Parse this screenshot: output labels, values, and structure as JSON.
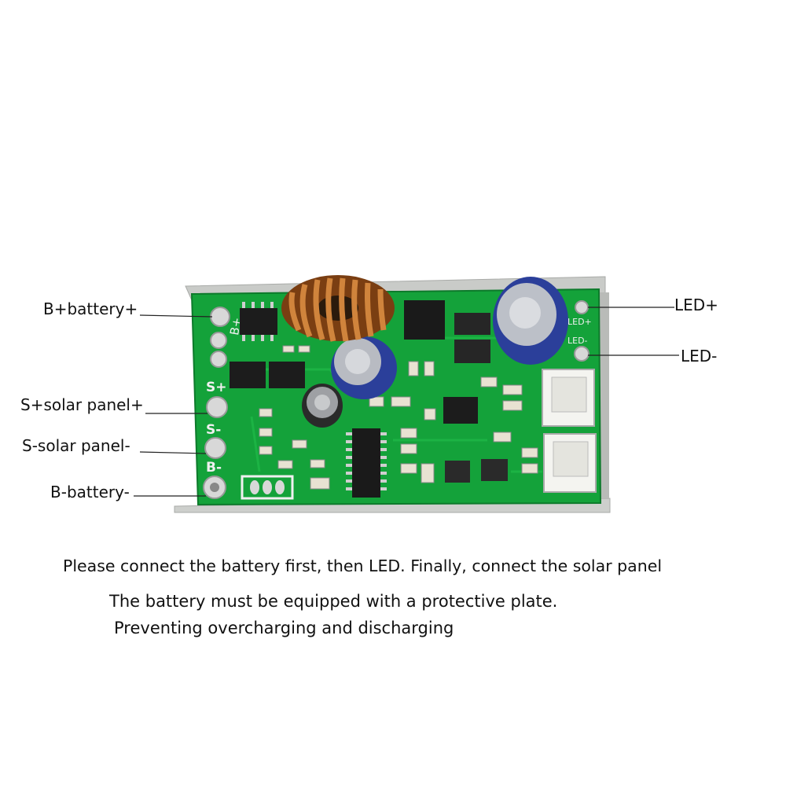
{
  "labels": {
    "b_plus": "B+battery+",
    "s_plus": "S+solar panel+",
    "s_minus": "S-solar panel-",
    "b_minus": "B-battery-",
    "led_plus": "LED+",
    "led_minus": "LED-"
  },
  "silkscreen": {
    "b_plus": "B+",
    "s_plus": "S+",
    "s_minus": "S-",
    "b_minus": "B-",
    "led_plus": "LED+",
    "led_minus": "LED-"
  },
  "instructions": {
    "line1": "Please connect the battery first, then LED. Finally, connect the solar panel",
    "line2": "The battery must be equipped with a protective plate.",
    "line3": "Preventing overcharging and discharging"
  },
  "colors": {
    "pcb": "#14a23a",
    "heatsink": "#c9cbc8",
    "copper": "#b8682a",
    "capacitor": "#2b3f9a"
  }
}
